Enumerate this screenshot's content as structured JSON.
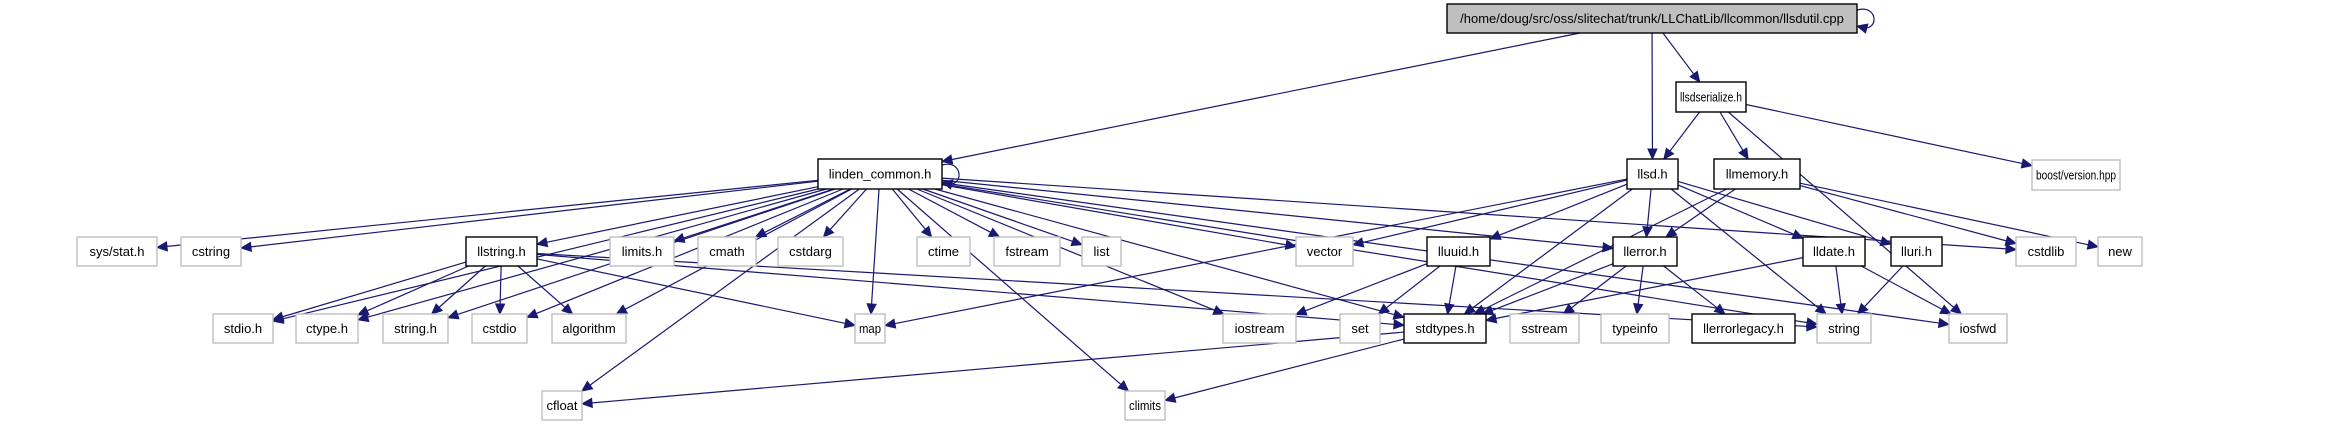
{
  "diagram": {
    "type": "include-dependency-graph",
    "colors": {
      "edge": "#191970",
      "root_fill": "#bfbfbf",
      "local_border": "#000000",
      "system_border": "#bfbfbf"
    },
    "nodes": [
      {
        "id": "root",
        "label": "/home/doug/src/oss/slitechat/trunk/LLChatLib/llcommon/llsdutil.cpp",
        "kind": "root"
      },
      {
        "id": "llsdserialize",
        "label": "llsdserialize.h",
        "kind": "local"
      },
      {
        "id": "boostversion",
        "label": "boost/version.hpp",
        "kind": "system"
      },
      {
        "id": "linden_common",
        "label": "linden_common.h",
        "kind": "local"
      },
      {
        "id": "llsd",
        "label": "llsd.h",
        "kind": "local"
      },
      {
        "id": "llmemory",
        "label": "llmemory.h",
        "kind": "local"
      },
      {
        "id": "sysstat",
        "label": "sys/stat.h",
        "kind": "system"
      },
      {
        "id": "cstring",
        "label": "cstring",
        "kind": "system"
      },
      {
        "id": "llstring",
        "label": "llstring.h",
        "kind": "local"
      },
      {
        "id": "limits",
        "label": "limits.h",
        "kind": "system"
      },
      {
        "id": "cmath",
        "label": "cmath",
        "kind": "system"
      },
      {
        "id": "cstdarg",
        "label": "cstdarg",
        "kind": "system"
      },
      {
        "id": "ctime",
        "label": "ctime",
        "kind": "system"
      },
      {
        "id": "fstream",
        "label": "fstream",
        "kind": "system"
      },
      {
        "id": "list",
        "label": "list",
        "kind": "system"
      },
      {
        "id": "vector",
        "label": "vector",
        "kind": "system"
      },
      {
        "id": "lluuid",
        "label": "lluuid.h",
        "kind": "local"
      },
      {
        "id": "llerror",
        "label": "llerror.h",
        "kind": "local"
      },
      {
        "id": "lldate",
        "label": "lldate.h",
        "kind": "local"
      },
      {
        "id": "lluri",
        "label": "lluri.h",
        "kind": "local"
      },
      {
        "id": "cstdlib",
        "label": "cstdlib",
        "kind": "system"
      },
      {
        "id": "new",
        "label": "new",
        "kind": "system"
      },
      {
        "id": "stdio",
        "label": "stdio.h",
        "kind": "system"
      },
      {
        "id": "ctype",
        "label": "ctype.h",
        "kind": "system"
      },
      {
        "id": "stringh",
        "label": "string.h",
        "kind": "system"
      },
      {
        "id": "cstdio",
        "label": "cstdio",
        "kind": "system"
      },
      {
        "id": "algorithm",
        "label": "algorithm",
        "kind": "system"
      },
      {
        "id": "map",
        "label": "map",
        "kind": "system"
      },
      {
        "id": "iostream",
        "label": "iostream",
        "kind": "system"
      },
      {
        "id": "set",
        "label": "set",
        "kind": "system"
      },
      {
        "id": "stdtypes",
        "label": "stdtypes.h",
        "kind": "local"
      },
      {
        "id": "sstream",
        "label": "sstream",
        "kind": "system"
      },
      {
        "id": "typeinfo",
        "label": "typeinfo",
        "kind": "system"
      },
      {
        "id": "llerrorlegacy",
        "label": "llerrorlegacy.h",
        "kind": "local"
      },
      {
        "id": "string",
        "label": "string",
        "kind": "system"
      },
      {
        "id": "iosfwd",
        "label": "iosfwd",
        "kind": "system"
      },
      {
        "id": "cfloat",
        "label": "cfloat",
        "kind": "system"
      },
      {
        "id": "climits",
        "label": "climits",
        "kind": "system"
      }
    ],
    "edges": [
      [
        "root",
        "root"
      ],
      [
        "root",
        "linden_common"
      ],
      [
        "root",
        "llsd"
      ],
      [
        "root",
        "llsdserialize"
      ],
      [
        "llsdserialize",
        "llsd"
      ],
      [
        "llsdserialize",
        "llmemory"
      ],
      [
        "llsdserialize",
        "boostversion"
      ],
      [
        "llsdserialize",
        "iosfwd"
      ],
      [
        "linden_common",
        "linden_common"
      ],
      [
        "linden_common",
        "sysstat"
      ],
      [
        "linden_common",
        "cstring"
      ],
      [
        "linden_common",
        "llstring"
      ],
      [
        "linden_common",
        "limits"
      ],
      [
        "linden_common",
        "cmath"
      ],
      [
        "linden_common",
        "cstdarg"
      ],
      [
        "linden_common",
        "ctime"
      ],
      [
        "linden_common",
        "fstream"
      ],
      [
        "linden_common",
        "list"
      ],
      [
        "linden_common",
        "vector"
      ],
      [
        "linden_common",
        "map"
      ],
      [
        "linden_common",
        "stdio"
      ],
      [
        "linden_common",
        "ctype"
      ],
      [
        "linden_common",
        "stringh"
      ],
      [
        "linden_common",
        "cstdio"
      ],
      [
        "linden_common",
        "algorithm"
      ],
      [
        "linden_common",
        "iostream"
      ],
      [
        "linden_common",
        "stdtypes"
      ],
      [
        "linden_common",
        "llerror"
      ],
      [
        "linden_common",
        "string"
      ],
      [
        "linden_common",
        "cstdlib"
      ],
      [
        "linden_common",
        "iosfwd"
      ],
      [
        "linden_common",
        "cfloat"
      ],
      [
        "linden_common",
        "climits"
      ],
      [
        "llsd",
        "vector"
      ],
      [
        "llsd",
        "map"
      ],
      [
        "llsd",
        "lluuid"
      ],
      [
        "llsd",
        "llerror"
      ],
      [
        "llsd",
        "lldate"
      ],
      [
        "llsd",
        "lluri"
      ],
      [
        "llsd",
        "stdtypes"
      ],
      [
        "llsd",
        "string"
      ],
      [
        "llmemory",
        "llerror"
      ],
      [
        "llmemory",
        "cstdlib"
      ],
      [
        "llmemory",
        "new"
      ],
      [
        "llmemory",
        "stdtypes"
      ],
      [
        "llstring",
        "stdio"
      ],
      [
        "llstring",
        "ctype"
      ],
      [
        "llstring",
        "stringh"
      ],
      [
        "llstring",
        "cstdio"
      ],
      [
        "llstring",
        "algorithm"
      ],
      [
        "llstring",
        "map"
      ],
      [
        "llstring",
        "stdtypes"
      ],
      [
        "llstring",
        "string"
      ],
      [
        "lluuid",
        "iostream"
      ],
      [
        "lluuid",
        "set"
      ],
      [
        "lluuid",
        "stdtypes"
      ],
      [
        "llerror",
        "stdtypes"
      ],
      [
        "llerror",
        "sstream"
      ],
      [
        "llerror",
        "typeinfo"
      ],
      [
        "llerror",
        "llerrorlegacy"
      ],
      [
        "lldate",
        "stdtypes"
      ],
      [
        "lldate",
        "string"
      ],
      [
        "lldate",
        "iosfwd"
      ],
      [
        "lluri",
        "string"
      ],
      [
        "stdtypes",
        "cfloat"
      ],
      [
        "stdtypes",
        "climits"
      ]
    ]
  }
}
